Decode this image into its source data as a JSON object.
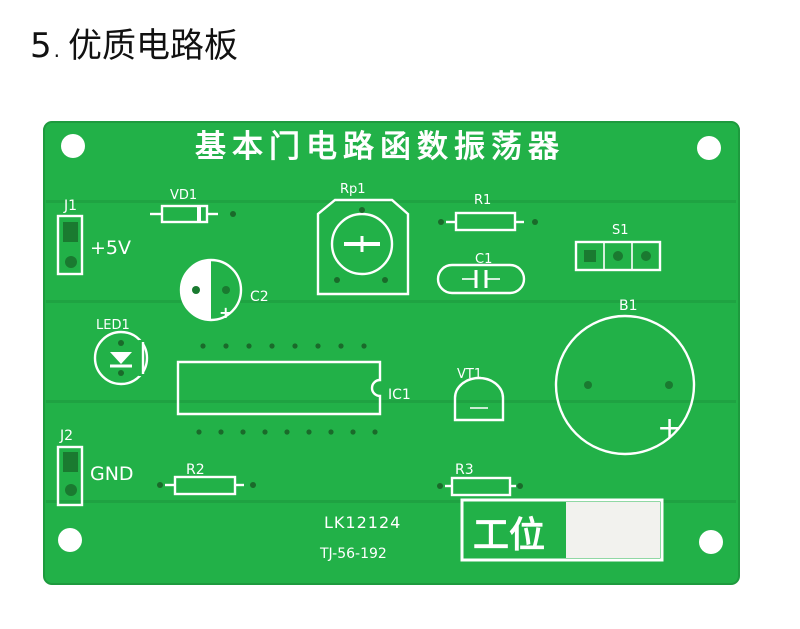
{
  "heading": {
    "number": "5",
    "separator": ".",
    "title": "优质电路板"
  },
  "board": {
    "title": "基本门电路函数振荡器",
    "board_code": "LK12124",
    "serial": "TJ-56-192",
    "workstation_label": "工位"
  },
  "labels": {
    "j1": "J1",
    "plus5v": "+5V",
    "vd1": "VD1",
    "rp1": "Rp1",
    "r1": "R1",
    "c1": "C1",
    "s1": "S1",
    "c2": "C2",
    "c2_plus": "+",
    "led1": "LED1",
    "b1": "B1",
    "b1_plus": "+",
    "ic1": "IC1",
    "vt1": "VT1",
    "j2": "J2",
    "gnd": "GND",
    "r2": "R2",
    "r3": "R3"
  },
  "colors": {
    "board_green": "#22b148",
    "board_edge": "#1e9a3e",
    "silkscreen": "#ffffff"
  }
}
